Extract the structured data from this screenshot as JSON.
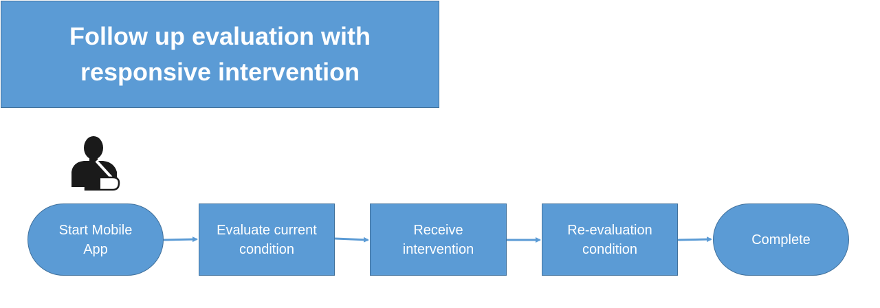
{
  "title": "Follow up evaluation with responsive intervention",
  "colors": {
    "box_fill": "#5b9bd5",
    "box_border": "#41719c",
    "text": "#ffffff",
    "arrow": "#5b9bd5",
    "icon": "#1a1a1a"
  },
  "icon": "person-with-arm-sling-icon",
  "flow": {
    "steps": [
      {
        "label": "Start  Mobile App",
        "shape": "terminal"
      },
      {
        "label": "Evaluate current condition",
        "shape": "process"
      },
      {
        "label": "Receive intervention",
        "shape": "process"
      },
      {
        "label": "Re-evaluation condition",
        "shape": "process"
      },
      {
        "label": "Complete",
        "shape": "terminal"
      }
    ]
  }
}
